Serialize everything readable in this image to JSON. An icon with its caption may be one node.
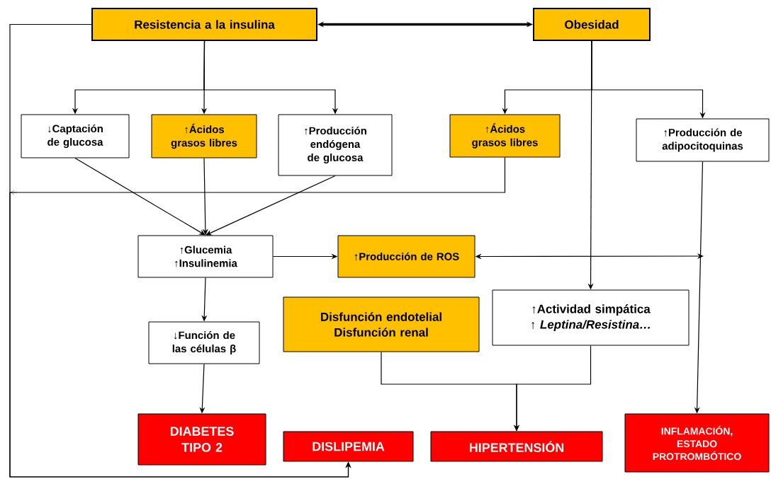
{
  "diagram": {
    "nodes": [
      {
        "text": [
          "Resistencia a la insulina"
        ]
      },
      {
        "text": [
          "Obesidad"
        ]
      },
      {
        "text": [
          "↓Captación de glucosa"
        ]
      },
      {
        "text": [
          "↑Ácidos grasos libres"
        ]
      },
      {
        "text": [
          "↑Producción endógena de glucosa"
        ]
      },
      {
        "text": [
          "↑Ácidos grasos libres"
        ]
      },
      {
        "text": [
          "↑Producción de adipocitoquinas"
        ]
      },
      {
        "text": [
          "↑Glucemia",
          "↑Insulinemia"
        ]
      },
      {
        "text": [
          "↑Producción de ROS"
        ]
      },
      {
        "text": [
          "Disfunción endotelial",
          "Disfunción renal"
        ]
      },
      {
        "text": [
          "↑Actividad simpática",
          "↑ *Leptina/Resistina…*"
        ]
      },
      {
        "text": [
          "↓Función de las células β"
        ]
      },
      {
        "text": [
          "DIABETES TIPO 2"
        ]
      },
      {
        "text": [
          "DISLIPEMIA"
        ]
      },
      {
        "text": [
          "HIPERTENSIÓN"
        ]
      },
      {
        "text": [
          "INFLAMACIÓN, ESTADO PROTROMBÓTICO"
        ]
      }
    ],
    "edges": [
      {
        "from": 0,
        "to": 1,
        "arrow": "both",
        "style": "thick"
      },
      {
        "from": 0,
        "to": 2,
        "arrow": "to"
      },
      {
        "from": 0,
        "to": 3,
        "arrow": "to"
      },
      {
        "from": 0,
        "to": 4,
        "arrow": "to"
      },
      {
        "from": 1,
        "to": 5,
        "arrow": "to"
      },
      {
        "from": 1,
        "to": 6,
        "arrow": "to"
      },
      {
        "from": 1,
        "to": 10,
        "arrow": "to"
      },
      {
        "from": 2,
        "to": 7,
        "arrow": "to"
      },
      {
        "from": 3,
        "to": 7,
        "arrow": "to"
      },
      {
        "from": 4,
        "to": 7,
        "arrow": "to"
      },
      {
        "from": 7,
        "to": 8,
        "arrow": "to"
      },
      {
        "from": 7,
        "to": 11,
        "arrow": "to"
      },
      {
        "from": 11,
        "to": 12,
        "arrow": "to"
      },
      {
        "from": 8,
        "to": null,
        "arrow": "both"
      },
      {
        "from": 6,
        "to": 15,
        "arrow": "to"
      },
      {
        "from": 9,
        "to": 14,
        "arrow": "to"
      },
      {
        "from": 10,
        "to": 14,
        "arrow": "to"
      },
      {
        "from": 0,
        "to": 13,
        "arrow": "to"
      },
      {
        "from": 5,
        "to": 13,
        "arrow": "to"
      }
    ]
  }
}
